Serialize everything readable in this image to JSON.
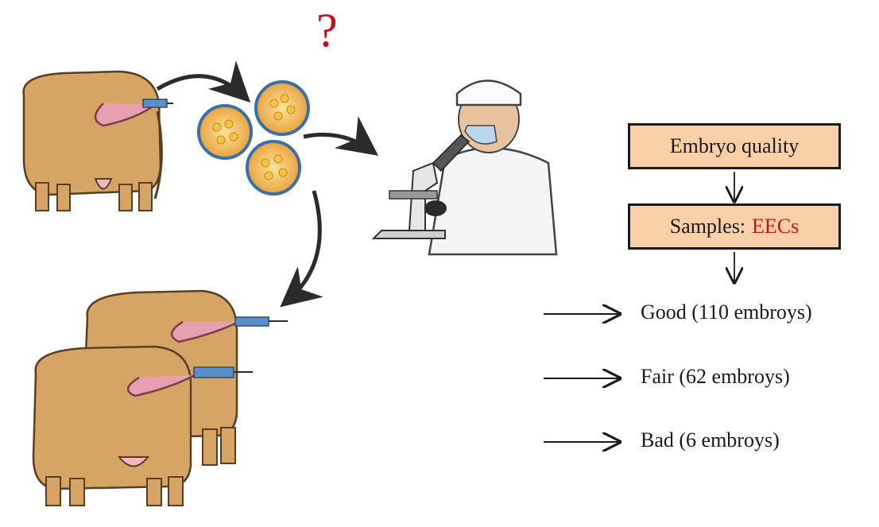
{
  "question_mark": "?",
  "flow": {
    "box1": "Embryo quality",
    "box2_prefix": "Samples: ",
    "box2_highlight": "EECs"
  },
  "results": [
    {
      "label": "Good (110 embroys)"
    },
    {
      "label": "Fair (62 embroys)"
    },
    {
      "label": "Bad (6 embroys)"
    }
  ],
  "colors": {
    "box_fill": "#f9cfa8",
    "accent_red": "#c0141c",
    "cow": "#d6a566"
  }
}
